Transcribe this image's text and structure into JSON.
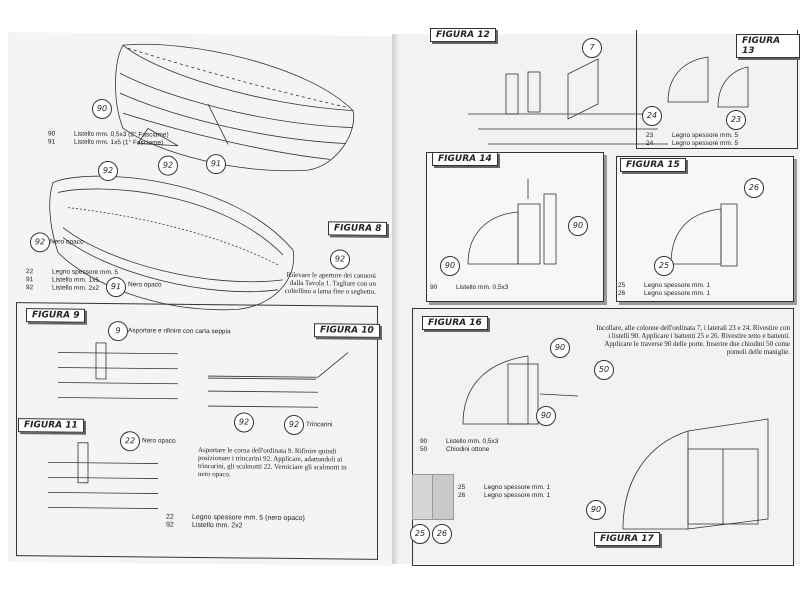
{
  "left": {
    "boat_top_legend": [
      {
        "num": "90",
        "text": "Listello mm. 0,5x3 (2° Fasciame)"
      },
      {
        "num": "91",
        "text": "Listello mm. 1x5 (1° Fasciame)"
      }
    ],
    "figura8": {
      "label": "FIGURA 8",
      "nero_opaco_a": "Nero opaco",
      "nero_opaco_b": "Nero opaco",
      "instruction": "Rilevare le aperture dei cannoni dalla Tavola 1. Tagliare con un coltellino a lama fine o seghetto.",
      "legend": [
        {
          "num": "22",
          "text": "Legno spessore mm. 5"
        },
        {
          "num": "91",
          "text": "Listello mm. 1x5"
        },
        {
          "num": "92",
          "text": "Listello mm. 2x2"
        }
      ]
    },
    "figura9": {
      "label": "FIGURA 9",
      "note": "Asportare e rifinire con carta seppia"
    },
    "figura10": {
      "label": "FIGURA 10",
      "trincarini": "Trincarini"
    },
    "figura11": {
      "label": "FIGURA 11",
      "nero_opaco": "Nero opaco",
      "instruction": "Asportare le corna dell'ordinata 9. Rifinire quindi posizionare i trincarini 92. Applicare, adattandoli ai trincarini, gli scalmotti 22. Verniciare gli scalmotti in nero opaco.",
      "legend": [
        {
          "num": "22",
          "text": "Legno spessore mm. 5 (nero opaco)"
        },
        {
          "num": "92",
          "text": "Listello mm. 2x2"
        }
      ]
    },
    "callouts": [
      "90",
      "91",
      "92",
      "92",
      "92",
      "92",
      "91",
      "9",
      "92",
      "92",
      "22"
    ]
  },
  "right": {
    "figura12": {
      "label": "FIGURA 12",
      "callout": "7"
    },
    "figura13": {
      "label": "FIGURA 13",
      "legend": [
        {
          "num": "23",
          "text": "Legno spessore mm. 5"
        },
        {
          "num": "24",
          "text": "Legno spessore mm. 5"
        }
      ]
    },
    "figura14": {
      "label": "FIGURA 14",
      "legend": [
        {
          "num": "90",
          "text": "Listello mm. 0,5x3"
        }
      ]
    },
    "figura15": {
      "label": "FIGURA 15",
      "legend": [
        {
          "num": "25",
          "text": "Legno spessore mm. 1"
        },
        {
          "num": "26",
          "text": "Legno spessore mm. 1"
        }
      ]
    },
    "figura16": {
      "label": "FIGURA 16",
      "instruction": "Incollare, alle colonne dell'ordinata 7, i laterali 23 e 24. Rivestire con i listelli 90. Applicare i battenti 25 e 26. Rivestire tetto e battenti. Applicare le traverse 90 delle porte. Inserire due chiodini 50 come pomoli delle maniglie.",
      "legend": [
        {
          "num": "90",
          "text": "Listello mm. 0,5x3"
        },
        {
          "num": "50",
          "text": "Chiodini ottone"
        }
      ],
      "sheet_legend": [
        {
          "num": "25",
          "text": "Legno spessore mm. 1"
        },
        {
          "num": "26",
          "text": "Legno spessore mm. 1"
        }
      ]
    },
    "figura17": {
      "label": "FIGURA 17"
    },
    "callouts": [
      "24",
      "23",
      "90",
      "26",
      "25",
      "90",
      "50",
      "90",
      "90",
      "25",
      "26"
    ]
  }
}
